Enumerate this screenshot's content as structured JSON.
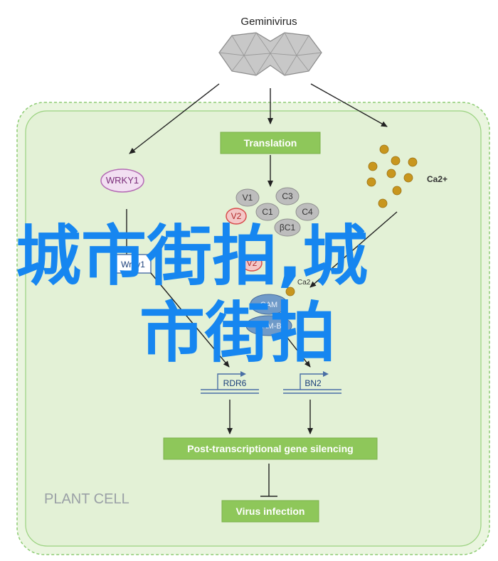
{
  "title": "Geminivirus",
  "cell_label": "PLANT CELL",
  "boxes": {
    "translation": "Translation",
    "ptgs": "Post-transcriptional gene silencing",
    "virus_infection": "Virus infection"
  },
  "proteins": {
    "wrky1": "WRKY1",
    "v1": "V1",
    "c3": "C3",
    "v2_top": "V2",
    "c1": "C1",
    "c4": "C4",
    "bc1": "βC1",
    "v2_mid": "V2",
    "wrky1_box": "Wrky1",
    "cam": "CAM",
    "cam_b": "CAM-B"
  },
  "genes": {
    "rdr6": "RDR6",
    "bn2": "BN2"
  },
  "calcium": {
    "label": "Ca2+",
    "label_small": "Ca2"
  },
  "overlay": {
    "line1": "城市街拍,城",
    "line2": "市街拍"
  },
  "colors": {
    "box_green": "#8ec75a",
    "cell_fill": "#eaf5df",
    "overlay_blue": "#1686f0",
    "calcium": "#c8961e"
  }
}
